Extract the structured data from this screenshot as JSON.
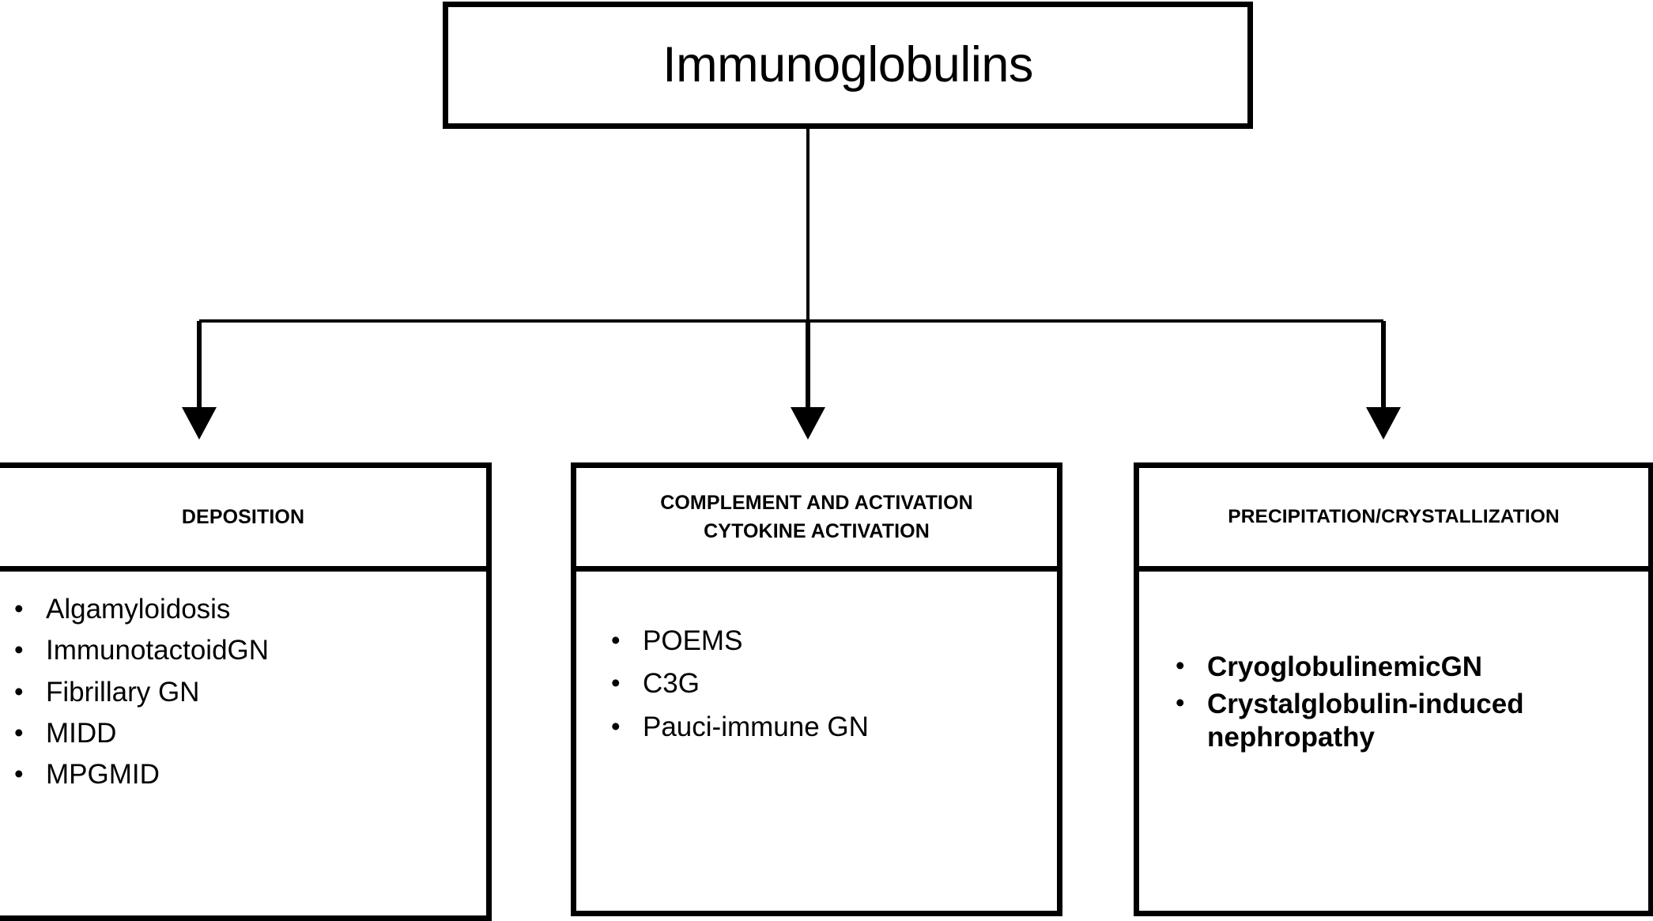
{
  "diagram": {
    "root": {
      "label": "Immunoglobulins"
    },
    "connector": {
      "style": "orthogonal-tree",
      "arrow_count": 3,
      "line_color": "#000000"
    },
    "branches": [
      {
        "id": "deposition",
        "header_lines": [
          "DEPOSITION"
        ],
        "bold_items": false,
        "items": [
          "Algamyloidosis",
          "ImmunotactoidGN",
          "Fibrillary GN",
          "MIDD",
          "MPGMID"
        ]
      },
      {
        "id": "complement-cytokine",
        "header_lines": [
          "COMPLEMENT AND ACTIVATION",
          "CYTOKINE ACTIVATION"
        ],
        "bold_items": false,
        "items": [
          "POEMS",
          "C3G",
          "Pauci-immune GN"
        ]
      },
      {
        "id": "precipitation-crystallization",
        "header_lines": [
          "PRECIPITATION/CRYSTALLIZATION"
        ],
        "bold_items": true,
        "items": [
          "CryoglobulinemicGN",
          "Crystalglobulin-induced nephropathy"
        ]
      }
    ],
    "bullet_glyph": "•",
    "colors": {
      "background": "#ffffff",
      "stroke": "#000000",
      "text": "#000000"
    }
  }
}
